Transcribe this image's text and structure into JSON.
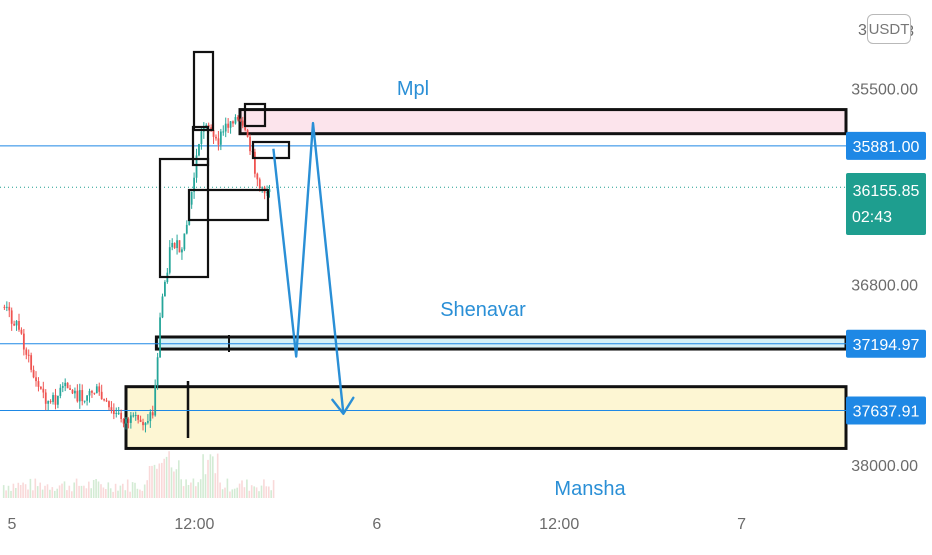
{
  "chart_data": {
    "type": "candlestick",
    "inverted_y_axis": true,
    "y_axis_currency": "USDT",
    "y_axis_top_partial_label": "3",
    "ylim": [
      34860,
      38220
    ],
    "y_ticks": [
      {
        "label": "35500.00",
        "value": 35500
      },
      {
        "label": "36800.00",
        "value": 36800
      },
      {
        "label": "38000.00",
        "value": 38000
      }
    ],
    "x_ticks": [
      "5",
      "12:00",
      "6",
      "12:00",
      "7"
    ],
    "x_tick_positions_hours": [
      0,
      12,
      24,
      36,
      48
    ],
    "current_price": {
      "value": 36155.85,
      "label": "36155.85",
      "countdown": "02:43",
      "color": "#1e9e8f"
    },
    "horizontal_levels": [
      {
        "value": 35881.0,
        "label": "35881.00",
        "color": "#1e88e5"
      },
      {
        "value": 37194.97,
        "label": "37194.97",
        "color": "#1e88e5"
      },
      {
        "value": 37637.91,
        "label": "37637.91",
        "color": "#1e88e5"
      }
    ],
    "zones": [
      {
        "name": "Mpl",
        "from_price": 35640,
        "to_price": 35800,
        "from_hour": 15,
        "fill": "#fce4ec"
      },
      {
        "name": "Shenavar",
        "from_price": 37150,
        "to_price": 37230,
        "from_hour": 9.5,
        "fill": "#d6f1f8"
      },
      {
        "name": "Mansha",
        "from_price": 37480,
        "to_price": 37890,
        "from_hour": 7.5,
        "fill": "#fdf6d3"
      }
    ],
    "projected_path": [
      {
        "hour": 17.2,
        "price": 35900
      },
      {
        "hour": 18.7,
        "price": 37280
      },
      {
        "hour": 19.8,
        "price": 35730
      },
      {
        "hour": 21.8,
        "price": 37660
      }
    ],
    "price_history": [
      {
        "hour": -0.5,
        "price": 36950
      },
      {
        "hour": 0.5,
        "price": 37100
      },
      {
        "hour": 1.5,
        "price": 37440
      },
      {
        "hour": 2.5,
        "price": 37600
      },
      {
        "hour": 3.5,
        "price": 37480
      },
      {
        "hour": 4.5,
        "price": 37550
      },
      {
        "hour": 5.5,
        "price": 37500
      },
      {
        "hour": 6.5,
        "price": 37650
      },
      {
        "hour": 7.5,
        "price": 37700
      },
      {
        "hour": 8.5,
        "price": 37720
      },
      {
        "hour": 9.3,
        "price": 37650
      },
      {
        "hour": 9.8,
        "price": 36950
      },
      {
        "hour": 10.5,
        "price": 36500
      },
      {
        "hour": 11.2,
        "price": 36600
      },
      {
        "hour": 11.8,
        "price": 36200
      },
      {
        "hour": 12.3,
        "price": 35850
      },
      {
        "hour": 12.8,
        "price": 35700
      },
      {
        "hour": 13.4,
        "price": 35880
      },
      {
        "hour": 14.0,
        "price": 35760
      },
      {
        "hour": 14.6,
        "price": 35680
      },
      {
        "hour": 15.2,
        "price": 35770
      },
      {
        "hour": 15.8,
        "price": 35950
      },
      {
        "hour": 16.4,
        "price": 36200
      },
      {
        "hour": 17.0,
        "price": 36150
      }
    ]
  }
}
